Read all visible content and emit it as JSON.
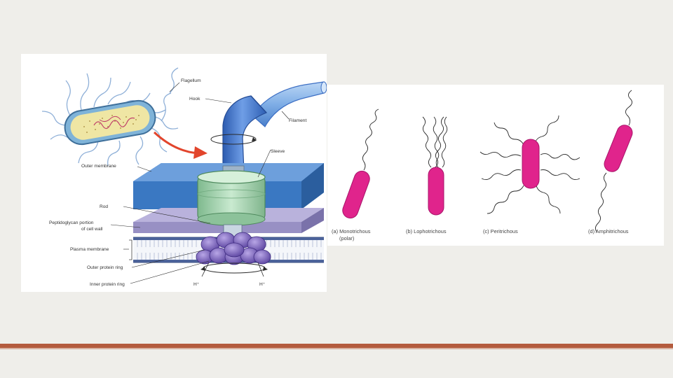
{
  "slide": {
    "background": "#efeeea",
    "rule_color": "#b45b3e"
  },
  "structure_figure": {
    "labels": {
      "flagellum": "Flagellum",
      "hook": "Hook",
      "filament": "Filament",
      "sleeve": "Sleeve",
      "outer_membrane": "Outer membrane",
      "rod": "Rod",
      "peptidoglycan_1": "Peptidoglycan portion",
      "peptidoglycan_2": "of cell wall",
      "plasma_membrane": "Plasma membrane",
      "outer_ring": "Outer protein ring",
      "inner_ring": "Inner protein ring",
      "proton_left": "H⁺",
      "proton_right": "H⁺"
    },
    "colors": {
      "hook": "#3d6fc4",
      "outer_membrane": "#3a78c2",
      "sleeve": "#a8d6b0",
      "peptidoglycan": "#9890c4",
      "motor": "#7a62b8",
      "arrow": "#e2452c"
    },
    "icons": [
      "bacterium-cell-icon",
      "rotation-arrow-icon",
      "pointer-arrow-icon"
    ]
  },
  "arrangements_figure": {
    "cell_color": "#e0248c",
    "captions": {
      "a": "(a) Monotrichous",
      "a2": "(polar)",
      "b": "(b) Lophotrichous",
      "c": "(c) Peritrichous",
      "d": "(d) Amphitrichous"
    }
  }
}
